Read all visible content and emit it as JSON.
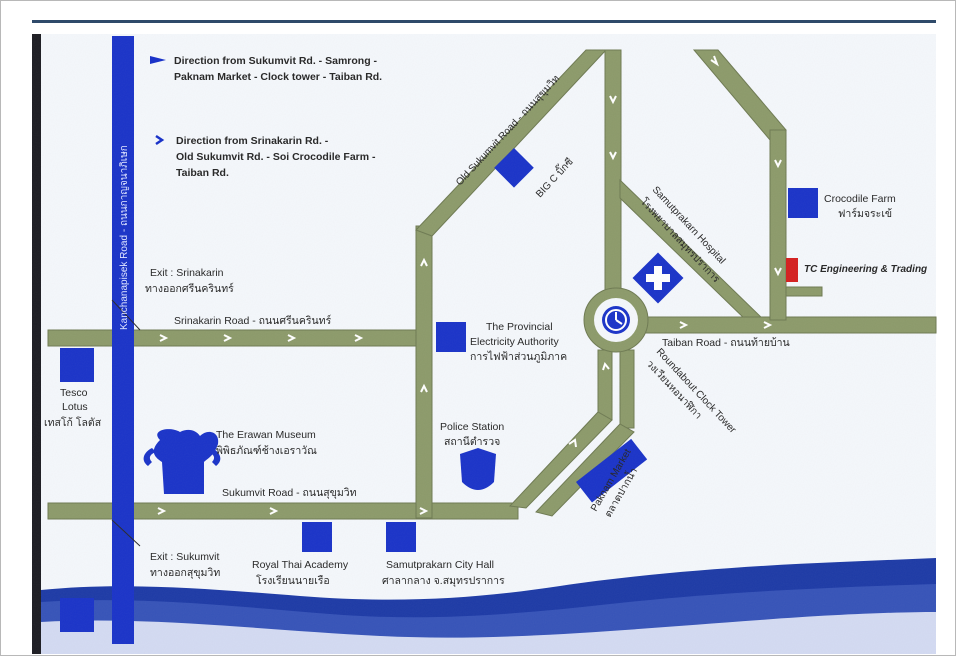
{
  "map": {
    "colors": {
      "road": "#8c9a6a",
      "roadEdge": "#6e7a52",
      "marker": "#1a33c8",
      "accent": "#d41f1f",
      "wave": "#1d3aa6",
      "text": "#2a2a2a",
      "edge": "#1c1c22"
    },
    "legend": {
      "line1": "Direction from Sukumvit Rd. - Samrong -",
      "line2": "Paknam Market - Clock tower - Taiban Rd.",
      "line3": "Direction from Srinakarin Rd. -",
      "line4": "Old Sukumvit Rd. - Soi Crocodile Farm -",
      "line5": "Taiban Rd."
    },
    "roads": {
      "kanchanapisek": "Kanchanapisek Road - ถนนกาญจนาภิเษก",
      "srinakarin": "Srinakarin Road - ถนนศรีนครินทร์",
      "sukumvit": "Sukumvit Road - ถนนสุขุมวิท",
      "old_sukumvit": "Old Sukumvit Road - ถนนสุขุมวิท",
      "taiban": "Taiban Road - ถนนท้ายบ้าน"
    },
    "exits": {
      "srinakarin_en": "Exit : Srinakarin",
      "srinakarin_th": "ทางออกศรีนครินทร์",
      "sukumvit_en": "Exit : Sukumvit",
      "sukumvit_th": "ทางออกสุขุมวิท"
    },
    "places": {
      "tesco_en1": "Tesco",
      "tesco_en2": "Lotus",
      "tesco_th": "เทสโก้ โลตัส",
      "erawan_en": "The Erawan Museum",
      "erawan_th": "พิพิธภัณฑ์ช้างเอราวัณ",
      "bigc_en": "BIG C บิ๊กซี",
      "pea_en1": "The Provincial",
      "pea_en2": "Electricity Authority",
      "pea_th": "การไฟฟ้าส่วนภูมิภาค",
      "police_en": "Police Station",
      "police_th": "สถานีตำรวจ",
      "royal_en": "Royal Thai Academy",
      "royal_th": "โรงเรียนนายเรือ",
      "cityhall_en": "Samutprakarn City Hall",
      "cityhall_th": "ศาลากลาง จ.สมุทรปราการ",
      "paknam_en": "Paknam Market",
      "paknam_th": "ตลาดปากน้ำ",
      "hospital_en": "Samutprakarn Hospital",
      "hospital_th": "โรงพยาบาลสมุทรปราการ",
      "roundabout_en": "Roundabout Clock Tower",
      "roundabout_th": "วงเวียนหอนาฬิกา",
      "croc_en": "Crocodile Farm",
      "croc_th": "ฟาร์มจระเข้",
      "tc": "TC Engineering & Trading"
    }
  }
}
